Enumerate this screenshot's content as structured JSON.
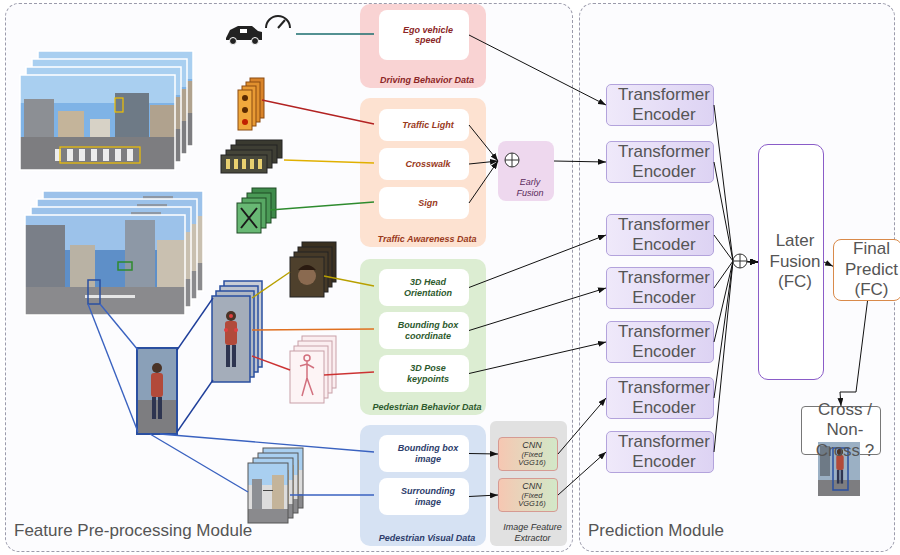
{
  "diagram": {
    "nodes": [
      {
        "text": [
          "Feature Pre-processing Module"
        ]
      },
      {
        "text": [
          "Prediction Module"
        ]
      },
      {
        "text": [
          "Driving Behavior Data"
        ],
        "in": 0
      },
      {
        "text": [
          "Ego vehicle speed"
        ],
        "in": 2
      },
      {
        "text": [
          "Traffic Awareness Data"
        ],
        "in": 0
      },
      {
        "text": [
          "Traffic Light"
        ],
        "in": 4
      },
      {
        "text": [
          "Crosswalk"
        ],
        "in": 4
      },
      {
        "text": [
          "Sign"
        ],
        "in": 4
      },
      {
        "text": [
          "Early Fusion"
        ],
        "in": 0
      },
      {
        "text": [
          "Pedestrian Behavior Data"
        ],
        "in": 0
      },
      {
        "text": [
          "3D Head Orientation"
        ],
        "in": 9
      },
      {
        "text": [
          "Bounding box coordinate"
        ],
        "in": 9
      },
      {
        "text": [
          "3D Pose keypoints"
        ],
        "in": 9
      },
      {
        "text": [
          "Pedestrian Visual Data"
        ],
        "in": 0
      },
      {
        "text": [
          "Bounding box image"
        ],
        "in": 13
      },
      {
        "text": [
          "Surrounding image"
        ],
        "in": 13
      },
      {
        "text": [
          "Image Feature Extractor"
        ],
        "in": 0
      },
      {
        "text": [
          "CNN",
          "(Fixed VGG16)"
        ],
        "in": 16
      },
      {
        "text": [
          "CNN",
          "(Fixed VGG16)"
        ],
        "in": 16
      },
      {
        "text": [
          "Transformer Encoder"
        ],
        "in": 1
      },
      {
        "text": [
          "Transformer Encoder"
        ],
        "in": 1
      },
      {
        "text": [
          "Transformer Encoder"
        ],
        "in": 1
      },
      {
        "text": [
          "Transformer Encoder"
        ],
        "in": 1
      },
      {
        "text": [
          "Transformer Encoder"
        ],
        "in": 1
      },
      {
        "text": [
          "Transformer Encoder"
        ],
        "in": 1
      },
      {
        "text": [
          "Transformer Encoder"
        ],
        "in": 1
      },
      {
        "text": [
          "Later Fusion (FC)"
        ],
        "in": 1
      },
      {
        "text": [
          "Final Predict (FC)"
        ],
        "in": 1
      },
      {
        "text": [
          "Cross / Non-Cross ?"
        ],
        "in": 1
      }
    ],
    "edges": [
      {
        "from": 3,
        "to": 19,
        "arrow": "to"
      },
      {
        "from": 5,
        "to": 8,
        "arrow": "to"
      },
      {
        "from": 6,
        "to": 8,
        "arrow": "to"
      },
      {
        "from": 7,
        "to": 8,
        "arrow": "to"
      },
      {
        "from": 8,
        "to": 20,
        "arrow": "to"
      },
      {
        "from": 10,
        "to": 21,
        "arrow": "to"
      },
      {
        "from": 11,
        "to": 22,
        "arrow": "to"
      },
      {
        "from": 12,
        "to": 23,
        "arrow": "to"
      },
      {
        "from": 14,
        "to": 17,
        "arrow": "to"
      },
      {
        "from": 15,
        "to": 18,
        "arrow": "to"
      },
      {
        "from": 17,
        "to": 24,
        "arrow": "to"
      },
      {
        "from": 18,
        "to": 25,
        "arrow": "to"
      },
      {
        "from": 19,
        "to": 26,
        "arrow": "to"
      },
      {
        "from": 20,
        "to": 26,
        "arrow": "to"
      },
      {
        "from": 21,
        "to": 26,
        "arrow": "to"
      },
      {
        "from": 22,
        "to": 26,
        "arrow": "to"
      },
      {
        "from": 23,
        "to": 26,
        "arrow": "to"
      },
      {
        "from": 24,
        "to": 26,
        "arrow": "to"
      },
      {
        "from": 25,
        "to": 26,
        "arrow": "to"
      },
      {
        "from": 26,
        "to": 27,
        "arrow": "to"
      },
      {
        "from": 27,
        "to": 28,
        "arrow": "to"
      }
    ]
  }
}
